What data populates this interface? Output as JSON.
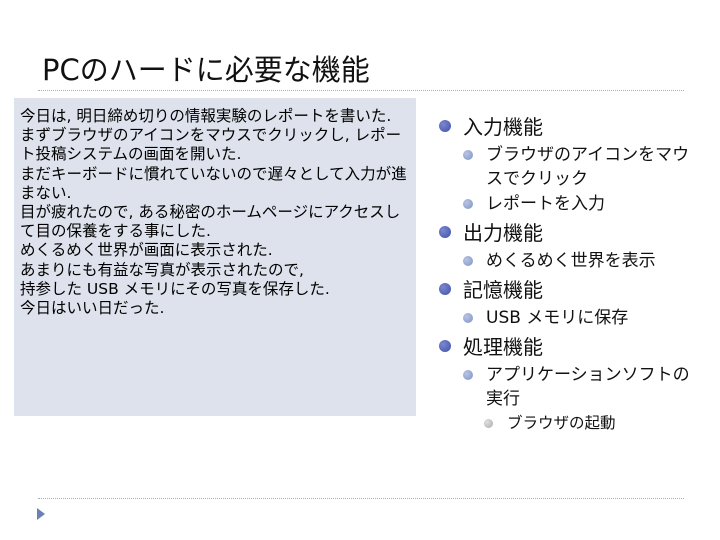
{
  "slide": {
    "title": "PCのハードに必要な機能"
  },
  "textbox": {
    "lines": [
      "今日は, 明日締め切りの情報実験のレポートを書いた.",
      "まずブラウザのアイコンをマウスでクリックし, レポート投稿システムの画面を開いた.",
      "まだキーボードに慣れていないので遅々として入力が進まない.",
      "目が疲れたので, ある秘密のホームページにアクセスして目の保養をする事にした.",
      "めくるめく世界が画面に表示された.",
      "あまりにも有益な写真が表示されたので,",
      "持参した USB メモリにその写真を保存した.",
      "今日はいい日だった."
    ]
  },
  "outline": {
    "input": {
      "label": "入力機能",
      "sub1": "ブラウザのアイコンをマウスでクリック",
      "sub2": "レポートを入力"
    },
    "output": {
      "label": "出力機能",
      "sub1": "めくるめく世界を表示"
    },
    "memory": {
      "label": "記憶機能",
      "sub1": "USB メモリに保存"
    },
    "processing": {
      "label": "処理機能",
      "sub1": "アプリケーションソフトの実行",
      "sub1_1": "ブラウザの起動"
    }
  },
  "colors": {
    "textbox_bg": "#dde2ec",
    "bullet_level1": "#3e4fa8",
    "bullet_level2": "#7f93c2",
    "bullet_level3": "#a9a9a9",
    "divider": "#a8b3c4"
  },
  "icons": {
    "nav": "triangle-right-icon"
  }
}
